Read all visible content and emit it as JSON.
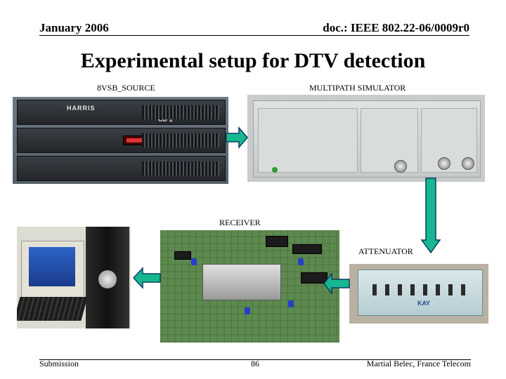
{
  "header": {
    "date": "January 2006",
    "doc": "doc.: IEEE 802.22-06/0009r0"
  },
  "title": "Experimental setup for DTV detection",
  "labels": {
    "source": "8VSB_SOURCE",
    "simulator": "MULTIPATH SIMULATOR",
    "receiver": "RECEIVER",
    "attenuator": "ATTENUATOR"
  },
  "photo_text": {
    "harris": "HARRIS",
    "cd1": "CD 1",
    "kay": "KAY"
  },
  "footer": {
    "left": "Submission",
    "page": "86",
    "author": "Martial Belec, France Telecom"
  },
  "colors": {
    "arrow_fill": "#17b890",
    "arrow_stroke": "#0a3e63"
  }
}
